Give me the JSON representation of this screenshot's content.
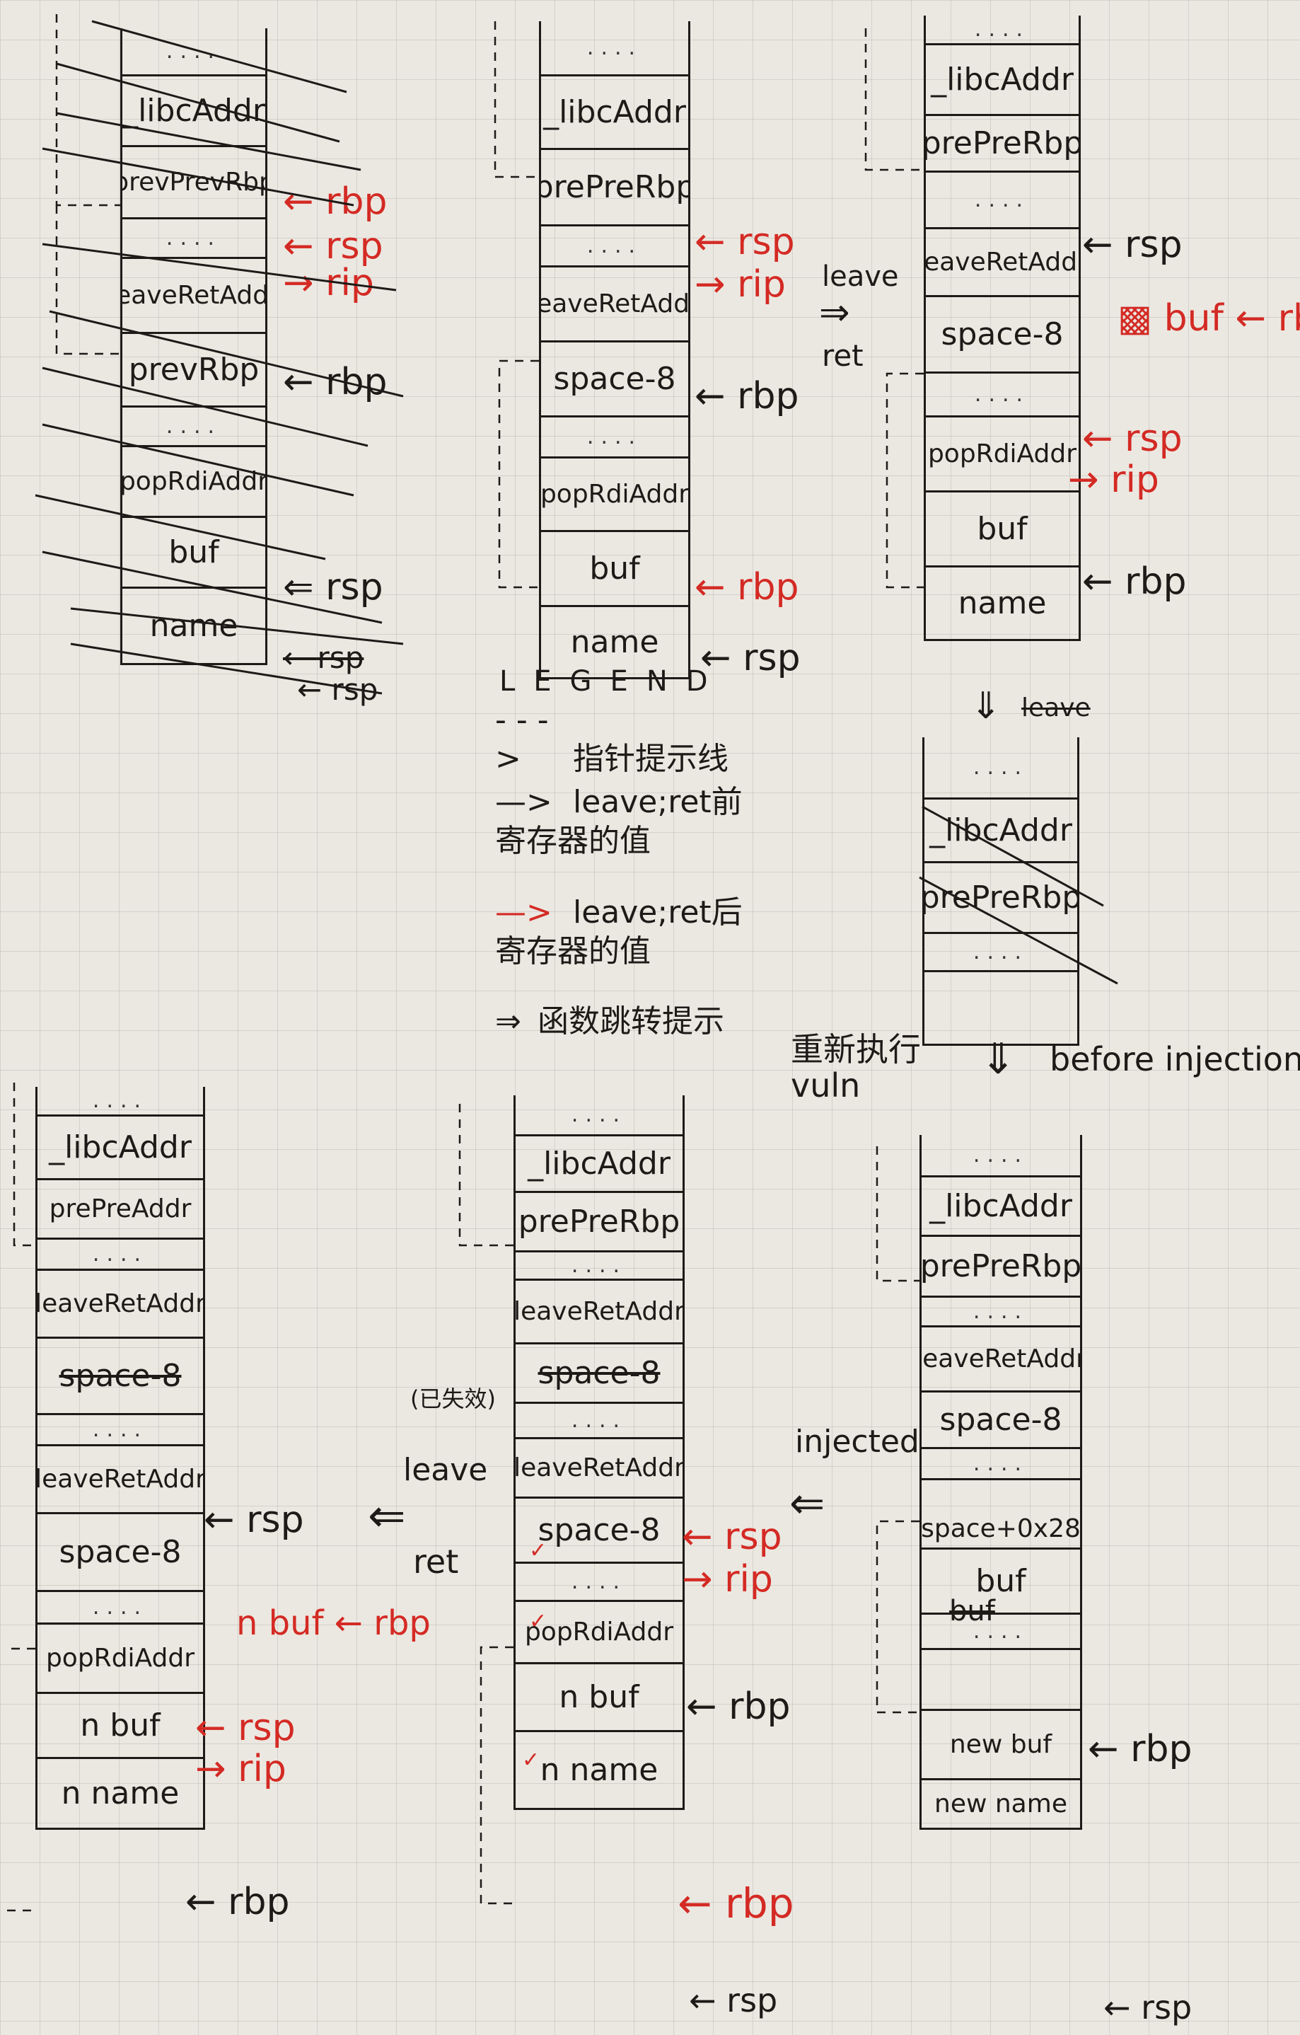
{
  "title": "Stack pivot / leave;ret diagram (handwritten)",
  "colors": {
    "ink": "#1d1a18",
    "red": "#d42a24",
    "paper": "#ebe8e1",
    "grid": "#969696"
  },
  "stacks": {
    "s1": {
      "state": "crossed-out initial draft",
      "cells": [
        "....",
        "_libcAddr",
        "prevPrevRbp",
        "....",
        "leaveRetAddr",
        "prevRbp",
        "....",
        "popRdiAddr",
        "buf",
        "name"
      ],
      "pointers": {
        "rbp_red": "rbp",
        "rsp_red": "rsp",
        "rip_red": "rip",
        "rbp": "rbp",
        "rsp_a": "rsp",
        "rsp_b": "rsp",
        "rsp_c": "rsp"
      }
    },
    "s2": {
      "cells": [
        "....",
        "_libcAddr",
        "prePreRbp",
        "....",
        "leaveRetAddr",
        "space-8",
        "....",
        "popRdiAddr",
        "buf",
        "name"
      ],
      "pointers": {
        "rsp_red": "rsp",
        "rip_red": "rip",
        "rbp": "rbp",
        "rbp_red": "rbp",
        "rsp": "rsp"
      }
    },
    "s3": {
      "cells": [
        "....",
        "_libcAddr",
        "prePreRbp",
        "....",
        "leaveRetAddr",
        "space-8",
        "....",
        "popRdiAddr",
        "buf",
        "name"
      ],
      "pointers": {
        "rsp": "rsp",
        "buf_rbp_red": "buf ← rbp",
        "rsp_red": "rsp",
        "rip_red": "rip",
        "rbp": "rbp"
      }
    },
    "s4": {
      "state": "after leave (crossed out)",
      "cells": [
        "....",
        "_libcAddr",
        "prePreRbp",
        "....",
        ""
      ]
    },
    "s5": {
      "state": "before injection",
      "cells": [
        "....",
        "_libcAddr",
        "prePreRbp",
        "....",
        "leaveRetAddr",
        "space-8",
        "....",
        "space+0x28",
        "buf",
        "....",
        "",
        "new buf",
        "new name"
      ],
      "struck_label": "buf",
      "pointers": {
        "rbp": "rbp",
        "rsp": "rsp"
      }
    },
    "s6": {
      "state": "injected",
      "cells": [
        "....",
        "_libcAddr",
        "prePreRbp",
        "....",
        "leaveRetAddr",
        "space-8",
        "....",
        "leaveRetAddr",
        "space-8",
        "....",
        "popRdiAddr",
        "n buf",
        "n name"
      ],
      "invalid_note": "(已失效)",
      "pointers": {
        "rsp_red": "rsp",
        "rip_red": "rip",
        "rbp": "rbp",
        "rbp_red": "rbp",
        "rsp": "rsp"
      }
    },
    "s7": {
      "state": "after leave;ret",
      "cells": [
        "....",
        "_libcAddr",
        "prePreAddr",
        "....",
        "leaveRetAddr",
        "space-8",
        "....",
        "leaveRetAddr",
        "space-8",
        "....",
        "popRdiAddr",
        "n buf",
        "n name"
      ],
      "pointers": {
        "rsp": "rsp",
        "nbuf_rbp_red": "n buf ← rbp",
        "rsp_red": "rsp",
        "rip_red": "rip",
        "rbp": "rbp"
      }
    }
  },
  "transitions": {
    "t1": {
      "top": "leave",
      "arrow": "⇒",
      "bottom": "ret"
    },
    "t2": {
      "arrow": "⇓",
      "label": "leave"
    },
    "t3": {
      "left": "重新执行\nvuln",
      "arrow": "⇓",
      "right": "before injection"
    },
    "t4": {
      "label": "injected",
      "arrow": "⇐"
    },
    "t5": {
      "top": "leave",
      "arrow": "⇐",
      "bottom": "ret"
    }
  },
  "legend": {
    "title": "LEGEND",
    "items": [
      {
        "symbol": "- - ->",
        "text": "指针提示线"
      },
      {
        "symbol": "—>",
        "text": "leave;ret前\n寄存器的值"
      },
      {
        "symbol": "—>",
        "text": "leave;ret后\n寄存器的值",
        "color": "red"
      },
      {
        "symbol": "⇒",
        "text": "函数跳转提示"
      }
    ]
  }
}
